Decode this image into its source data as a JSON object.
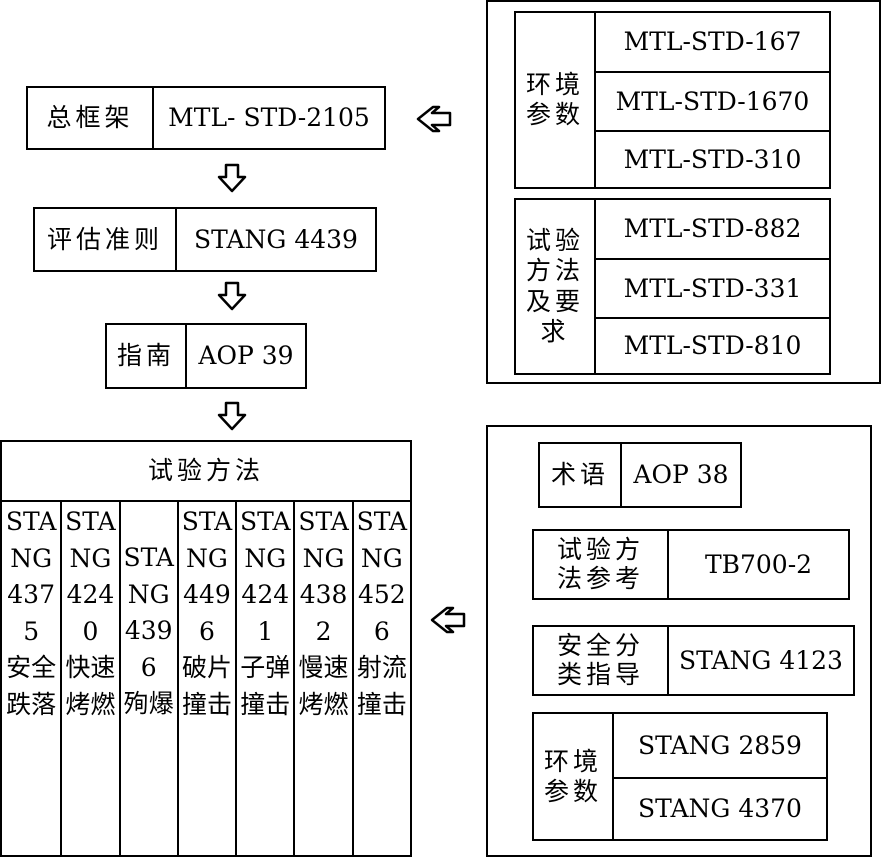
{
  "framework": {
    "label": "总框架",
    "code": "MTL- STD-2105"
  },
  "criteria": {
    "label": "评估准则",
    "code": "STANG 4439"
  },
  "guide": {
    "label": "指南",
    "code": "AOP 39"
  },
  "test_methods": {
    "title": "试验方法",
    "columns": [
      {
        "code": "STANG4375",
        "name": "安全跌落"
      },
      {
        "code": "STANG4240",
        "name": "快速烤燃"
      },
      {
        "code": "STANG4396",
        "name": "殉爆"
      },
      {
        "code": "STANG4496",
        "name": "破片撞击"
      },
      {
        "code": "STANG4241",
        "name": "子弹撞击"
      },
      {
        "code": "STANG4382",
        "name": "慢速烤燃"
      },
      {
        "code": "STANG4526",
        "name": "射流撞击"
      }
    ]
  },
  "right_top": {
    "env": {
      "label": "环境参数",
      "label_lines": [
        "环境",
        "参数"
      ],
      "items": [
        "MTL-STD-167",
        "MTL-STD-1670",
        "MTL-STD-310"
      ]
    },
    "test": {
      "label": "试验方法及要求",
      "label_lines": [
        "试验",
        "方法",
        "及要",
        "求"
      ],
      "items": [
        "MTL-STD-882",
        "MTL-STD-331",
        "MTL-STD-810"
      ]
    }
  },
  "right_bottom": {
    "terms": {
      "label": "术语",
      "code": "AOP 38"
    },
    "test_ref": {
      "label": "试验方法参考",
      "label_lines": [
        "试验方",
        "法参考"
      ],
      "code": "TB700-2"
    },
    "safety": {
      "label": "安全分类指导",
      "label_lines": [
        "安全分",
        "类指导"
      ],
      "code": "STANG 4123"
    },
    "env": {
      "label": "环境参数",
      "label_lines": [
        "环境",
        "参数"
      ],
      "items": [
        "STANG 2859",
        "STANG 4370"
      ]
    }
  }
}
